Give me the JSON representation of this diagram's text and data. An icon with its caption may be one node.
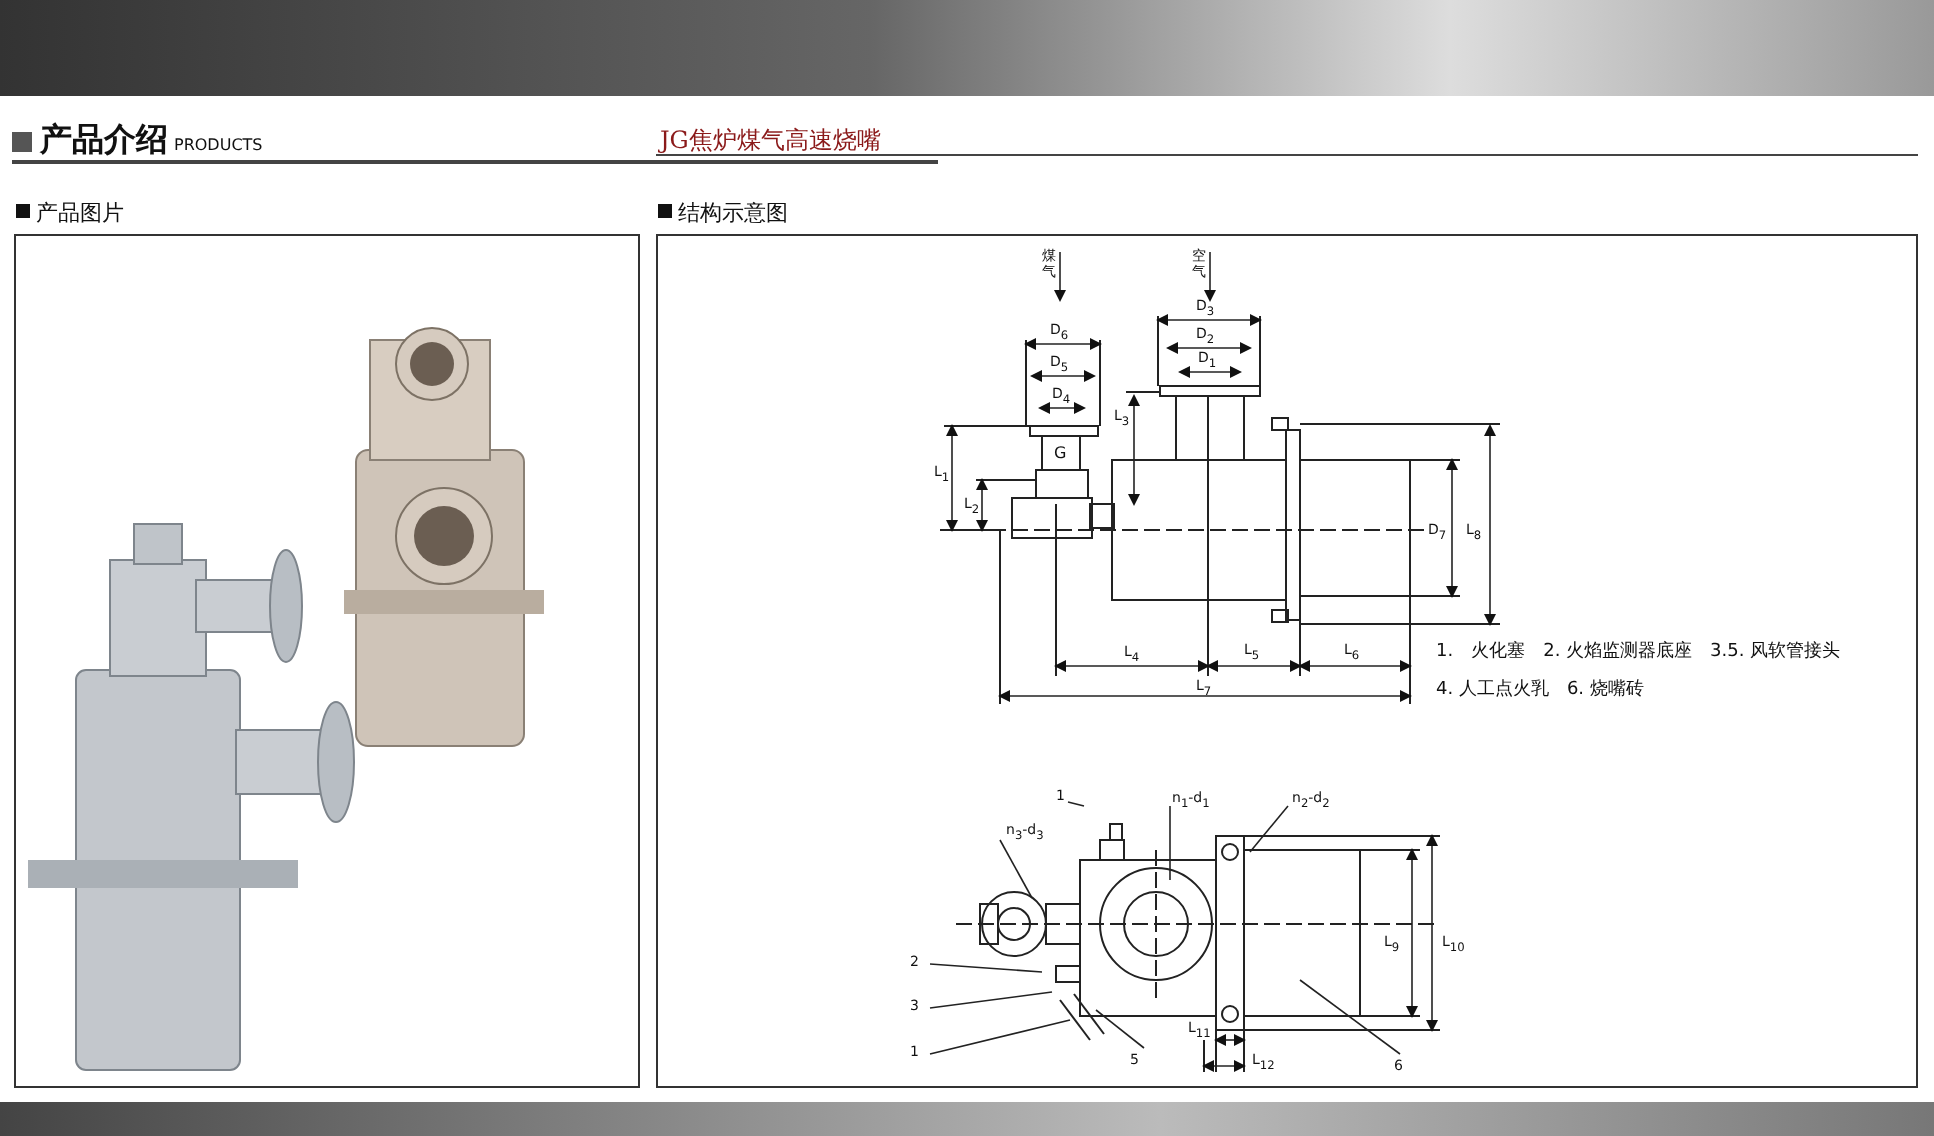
{
  "diagram": {
    "nodes": [
      {
        "text": [
          "1"
        ]
      },
      {
        "text": [
          "n$_{3}$-d$_{3}$"
        ]
      },
      {
        "text": [
          "n$_{1}$-d$_{1}$"
        ]
      },
      {
        "text": [
          "n$_{2}$-d$_{2}$"
        ]
      },
      {
        "text": [
          "2"
        ]
      },
      {
        "text": [
          "3"
        ]
      },
      {
        "text": [
          "1"
        ]
      },
      {
        "text": [
          "5"
        ]
      },
      {
        "text": [
          "6"
        ]
      }
    ],
    "edges": [
      {
        "from": 0,
        "to": null,
        "arrow": "none"
      },
      {
        "from": 1,
        "to": null,
        "arrow": "none"
      },
      {
        "from": 2,
        "to": null,
        "arrow": "none"
      },
      {
        "from": 3,
        "to": null,
        "arrow": "none"
      },
      {
        "from": 4,
        "to": null,
        "arrow": "none"
      },
      {
        "from": 5,
        "to": null,
        "arrow": "none"
      },
      {
        "from": 6,
        "to": null,
        "arrow": "none"
      },
      {
        "from": 7,
        "to": null,
        "arrow": "none"
      },
      {
        "from": 8,
        "to": null,
        "arrow": "none"
      }
    ],
    "labels": [
      "产品介绍",
      "PRODUCTS",
      "JG焦炉煤气高速烧嘴",
      "产品图片",
      "结构示意图",
      "煤气",
      "空气",
      "D$_{6}$",
      "D$_{5}$",
      "D$_{4}$",
      "G",
      "D$_{3}$",
      "D$_{2}$",
      "D$_{1}$",
      "L$_{3}$",
      "L$_{1}$",
      "L$_{2}$",
      "D$_{7}$",
      "L$_{8}$",
      "L$_{4}$",
      "L$_{5}$",
      "L$_{6}$",
      "L$_{7}$",
      "1.　火化塞　2. 火焰监测器底座　3.5. 风软管接头",
      "4. 人工点火乳　6. 烧嘴砖",
      "L$_{9}$",
      "L$_{10}$",
      "L$_{11}$",
      "L$_{12}$"
    ]
  }
}
